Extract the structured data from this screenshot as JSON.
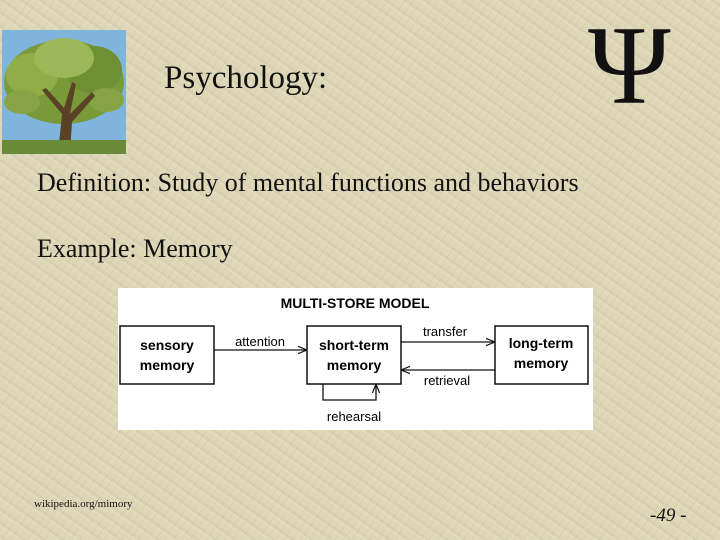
{
  "slide": {
    "title": "Psychology:",
    "symbol": "Ψ",
    "definition": "Definition: Study of mental functions and behaviors",
    "example": "Example: Memory",
    "credit": "wikipedia.org/mimory",
    "page_number": "-49 -"
  },
  "diagram": {
    "title": "MULTI-STORE MODEL",
    "boxes": {
      "sensory": [
        "sensory",
        "memory"
      ],
      "short_term": [
        "short-term",
        "memory"
      ],
      "long_term": [
        "long-term",
        "memory"
      ]
    },
    "labels": {
      "attention": "attention",
      "transfer": "transfer",
      "retrieval": "retrieval",
      "rehearsal": "rehearsal"
    }
  },
  "colors": {
    "background": "#ddd6b4",
    "sky": "#7fb4dc",
    "foliage": "#7a9a3a",
    "trunk": "#5a4227"
  }
}
